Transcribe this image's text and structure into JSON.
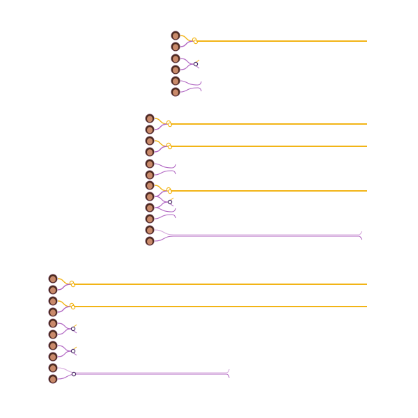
{
  "colors": {
    "gold": "#f2b416",
    "purple": "#b065c2",
    "lilac": "#d6a9dd",
    "dark_purple": "#4a2a66",
    "avatar_skin": "#c9896b",
    "avatar_hair": "#4a2a1e"
  },
  "groups": [
    {
      "name": "group-1",
      "pairs": [
        {
          "outcome": "long-gold"
        },
        {
          "outcome": "short-knot"
        },
        {
          "outcome": "short-split"
        }
      ]
    },
    {
      "name": "group-2",
      "pairs": [
        {
          "outcome": "long-gold"
        },
        {
          "outcome": "long-gold"
        },
        {
          "outcome": "short-split"
        },
        {
          "outcome": "long-gold"
        },
        {
          "outcome": "short-knot"
        },
        {
          "outcome": "short-split"
        },
        {
          "outcome": "long-purple"
        }
      ]
    },
    {
      "name": "group-3",
      "pairs": [
        {
          "outcome": "long-gold"
        },
        {
          "outcome": "long-gold"
        },
        {
          "outcome": "short-knot"
        },
        {
          "outcome": "short-knot"
        },
        {
          "outcome": "long-purple-split"
        }
      ]
    }
  ]
}
